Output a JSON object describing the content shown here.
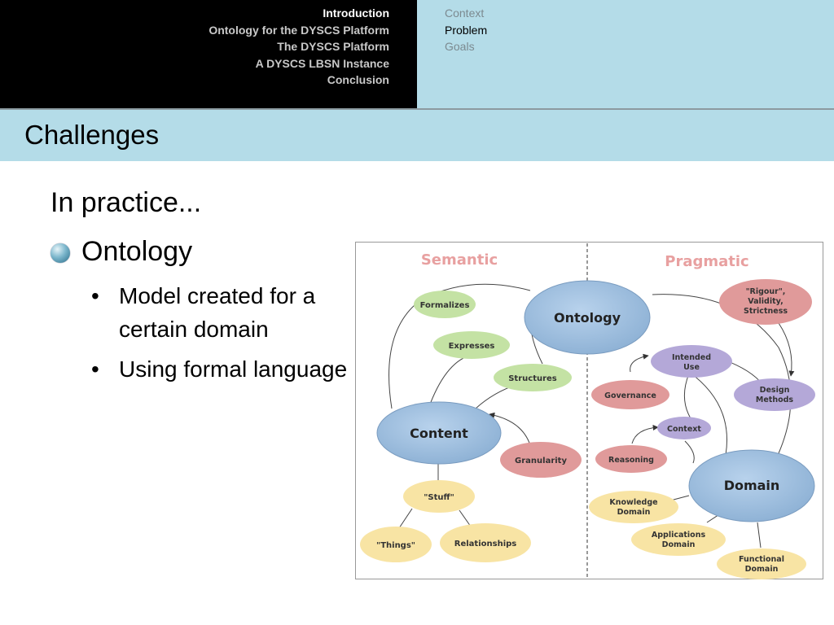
{
  "nav": {
    "sections": [
      "Introduction",
      "Ontology for the DYSCS Platform",
      "The DYSCS Platform",
      "A DYSCS LBSN Instance",
      "Conclusion"
    ],
    "active_section": 0,
    "subsections": [
      "Context",
      "Problem",
      "Goals"
    ],
    "active_subsection": 1
  },
  "slide": {
    "title": "Challenges",
    "heading": "In practice...",
    "bullet": "Ontology",
    "subbullets": [
      "Model created for a certain domain",
      "Using formal language"
    ]
  },
  "diagram": {
    "left_label": "Semantic",
    "right_label": "Pragmatic",
    "nodes": {
      "ontology": "Ontology",
      "content": "Content",
      "domain": "Domain",
      "formalizes": "Formalizes",
      "expresses": "Expresses",
      "structures": "Structures",
      "granularity": "Granularity",
      "stuff": "\"Stuff\"",
      "things": "\"Things\"",
      "relationships": "Relationships",
      "rigour_1": "\"Rigour\",",
      "rigour_2": "Validity,",
      "rigour_3": "Strictness",
      "intended_1": "Intended",
      "intended_2": "Use",
      "design_1": "Design",
      "design_2": "Methods",
      "governance": "Governance",
      "context": "Context",
      "reasoning": "Reasoning",
      "knowledge_1": "Knowledge",
      "knowledge_2": "Domain",
      "applications_1": "Applications",
      "applications_2": "Domain",
      "functional_1": "Functional",
      "functional_2": "Domain"
    },
    "colors": {
      "blue": "#9cbcdc",
      "green": "#c4e2a4",
      "red": "#e09a9a",
      "purple": "#b4a8d8",
      "yellow": "#f8e4a4",
      "semantic_text": "#e8a0a0"
    }
  }
}
